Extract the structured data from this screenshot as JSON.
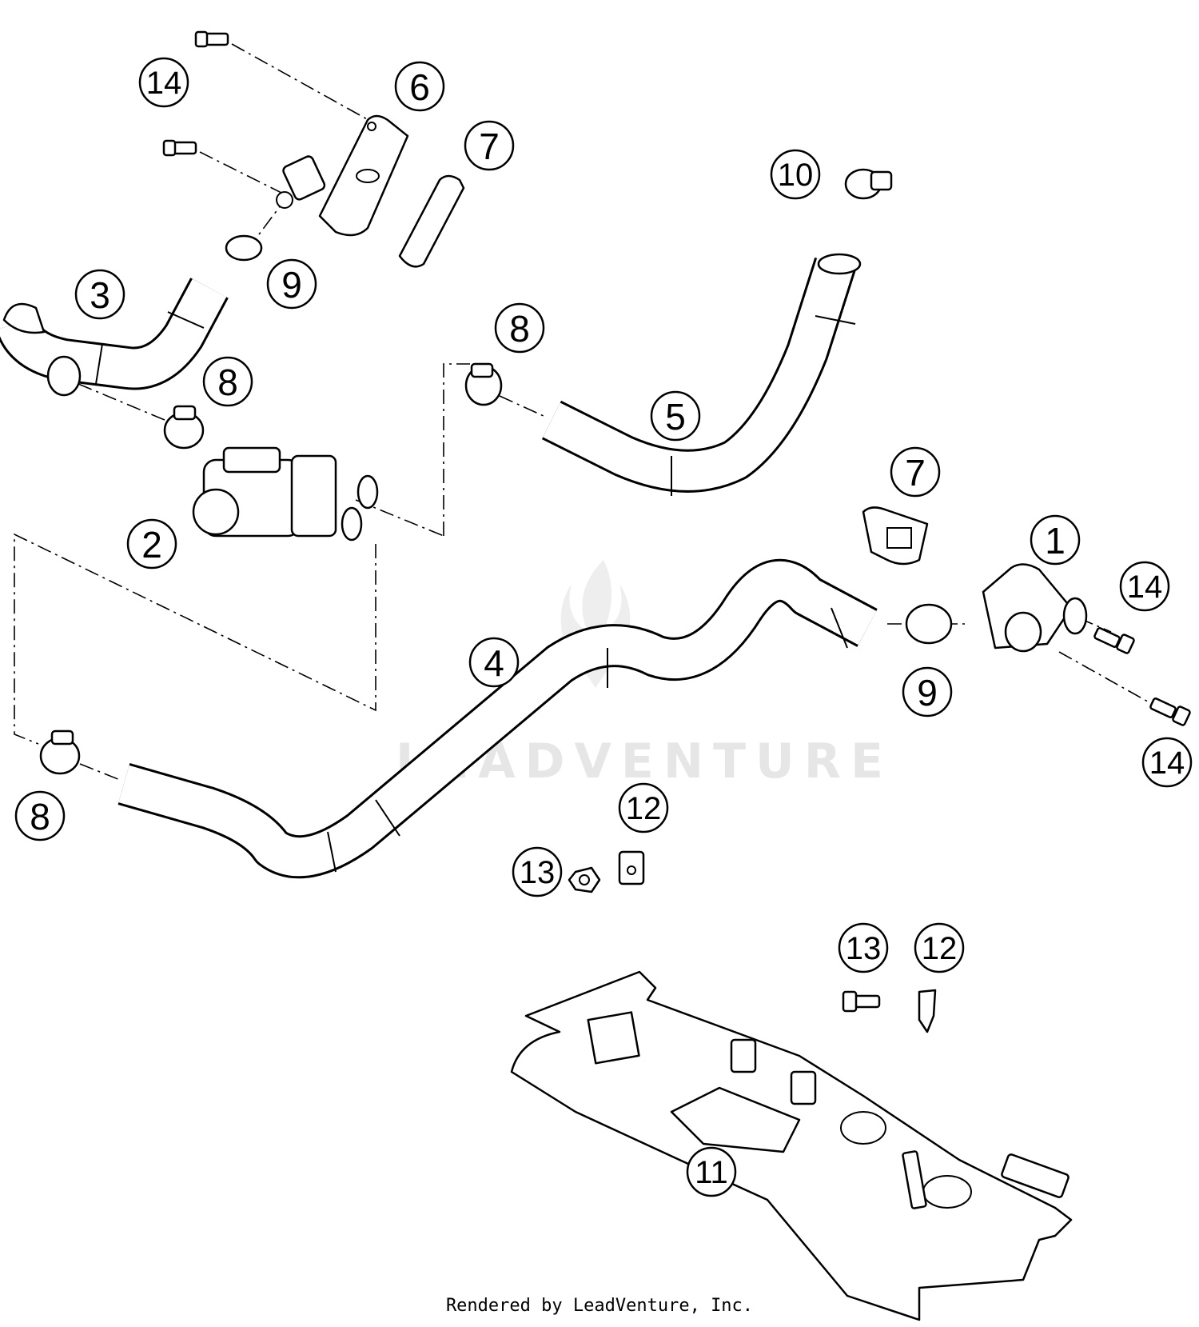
{
  "callouts": [
    {
      "id": "1",
      "label": "1"
    },
    {
      "id": "2",
      "label": "2"
    },
    {
      "id": "3",
      "label": "3"
    },
    {
      "id": "4",
      "label": "4"
    },
    {
      "id": "5",
      "label": "5"
    },
    {
      "id": "6",
      "label": "6"
    },
    {
      "id": "7a",
      "label": "7"
    },
    {
      "id": "7b",
      "label": "7"
    },
    {
      "id": "8a",
      "label": "8"
    },
    {
      "id": "8b",
      "label": "8"
    },
    {
      "id": "8c",
      "label": "8"
    },
    {
      "id": "9a",
      "label": "9"
    },
    {
      "id": "9b",
      "label": "9"
    },
    {
      "id": "10",
      "label": "10"
    },
    {
      "id": "11",
      "label": "11"
    },
    {
      "id": "12a",
      "label": "12"
    },
    {
      "id": "12b",
      "label": "12"
    },
    {
      "id": "13a",
      "label": "13"
    },
    {
      "id": "13b",
      "label": "13"
    },
    {
      "id": "14a",
      "label": "14"
    },
    {
      "id": "14b",
      "label": "14"
    },
    {
      "id": "14c",
      "label": "14"
    }
  ],
  "watermark": "LEADVENTURE",
  "footer": {
    "credit": "Rendered by LeadVenture, Inc."
  }
}
